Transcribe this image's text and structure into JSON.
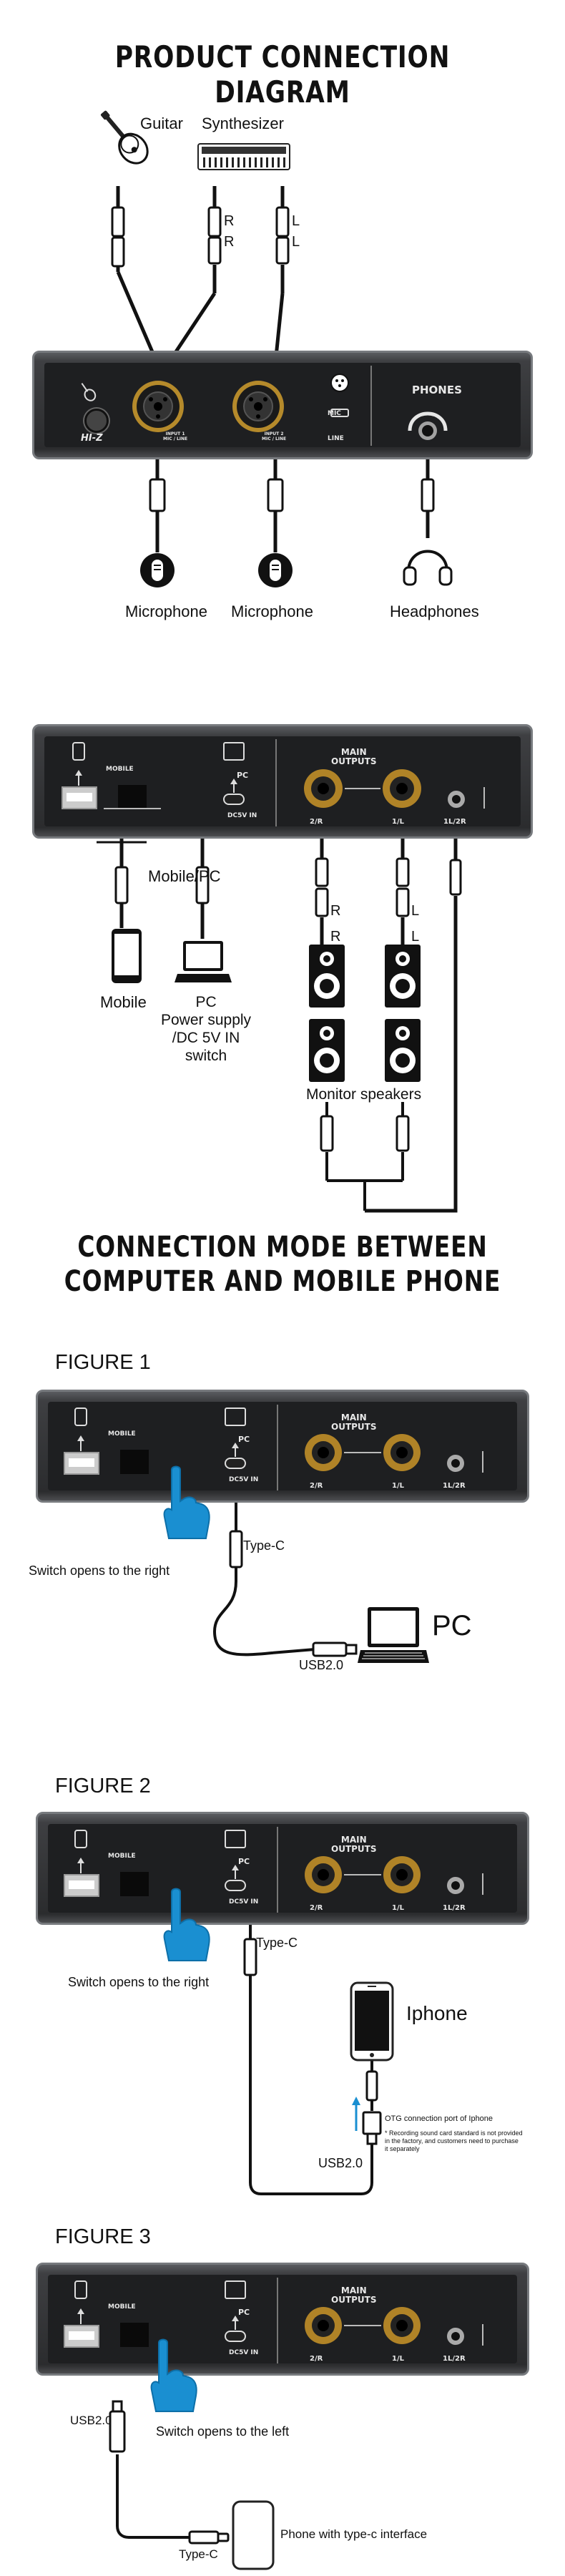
{
  "section1": {
    "title": "PRODUCT CONNECTION DIAGRAM",
    "guitar_label": "Guitar",
    "synth_label": "Synthesizer",
    "r_marks": [
      "R",
      "R"
    ],
    "l_marks": [
      "L",
      "L"
    ],
    "panel": {
      "hiz": "HI-Z",
      "input1": "INPUT 1\nMIC / LINE",
      "input2": "INPUT 2\nMIC / LINE",
      "mic": "MIC",
      "line": "LINE",
      "phones": "PHONES"
    },
    "microphone1": "Microphone",
    "microphone2": "Microphone",
    "headphones": "Headphones"
  },
  "section2": {
    "panel": {
      "mobile": "MOBILE",
      "pc": "PC",
      "dc5v": "DC5V IN",
      "main_outputs": "MAIN\nOUTPUTS",
      "out_2r": "2/R",
      "out_1l": "1/L",
      "out_1l2r": "1L/2R"
    },
    "mobile_pc": "Mobile/PC",
    "mobile": "Mobile",
    "pc_label": "PC\nPower supply\n/DC 5V IN\nswitch",
    "r_marks": [
      "R",
      "R"
    ],
    "l_marks": [
      "L",
      "L"
    ],
    "monitor_speakers": "Monitor speakers"
  },
  "section3": {
    "title_line1": "CONNECTION MODE BETWEEN",
    "title_line2": "COMPUTER AND MOBILE PHONE"
  },
  "figure1": {
    "title": "FIGURE 1",
    "switch_note": "Switch opens to the right",
    "typec": "Type-C",
    "usb": "USB2.0",
    "pc": "PC"
  },
  "figure2": {
    "title": "FIGURE 2",
    "switch_note": "Switch opens to the right",
    "typec": "Type-C",
    "iphone": "Iphone",
    "otg": "OTG connection port of Iphone",
    "note": "* Recording sound card standard is not provided\nin the factory, and customers need to purchase\nit separately",
    "usb": "USB2.0"
  },
  "figure3": {
    "title": "FIGURE 3",
    "usb": "USB2.0",
    "switch_note": "Switch opens to the left",
    "typec": "Type-C",
    "phone": "Phone with type-c interface"
  }
}
